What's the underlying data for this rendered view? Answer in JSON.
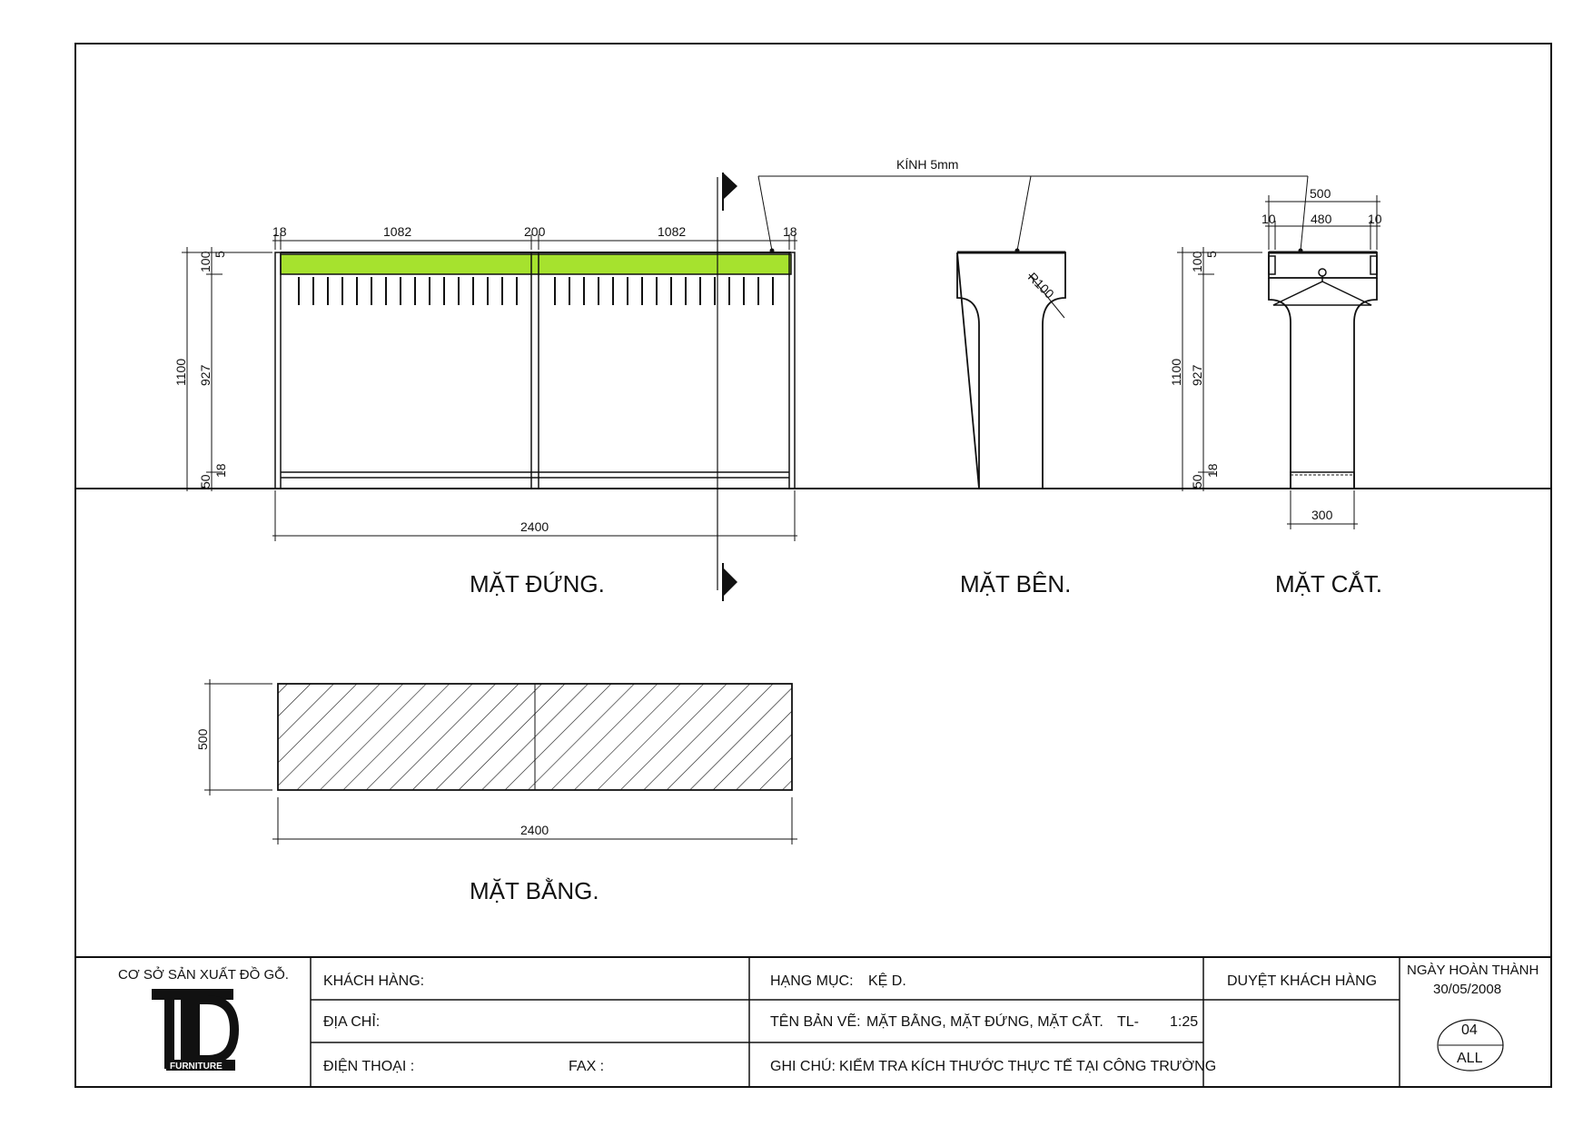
{
  "drawing": {
    "glass_note": "KÍNH 5mm",
    "elevation": {
      "title": "MẶT ĐỨNG.",
      "dims_top": [
        "18",
        "1082",
        "200",
        "1082",
        "18"
      ],
      "dims_left": [
        "1100",
        "927",
        "100",
        "5",
        "18",
        "50"
      ],
      "dim_bottom": "2400"
    },
    "side": {
      "title": "MẶT BÊN.",
      "radius_label": "R100"
    },
    "section": {
      "title": "MẶT CẮT.",
      "dims_top": [
        "500",
        "10",
        "480",
        "10"
      ],
      "dims_left": [
        "1100",
        "927",
        "100",
        "5",
        "18",
        "50"
      ],
      "dim_bottom": "300"
    },
    "plan": {
      "title": "MẶT BẰNG.",
      "dim_left": "500",
      "dim_bottom": "2400"
    }
  },
  "title_block": {
    "company": "CƠ SỞ SẢN XUẤT ĐỒ GỖ.",
    "logo_letters": "TLD",
    "logo_text": "FURNITURE",
    "customer_label": "KHÁCH HÀNG:",
    "address_label": "ĐỊA CHỈ:",
    "phone_label": "ĐIỆN THOẠI :",
    "fax_label": "FAX :",
    "category_label": "HẠNG MỤC:",
    "category_value": "KỆ D.",
    "drawing_name_label": "TÊN BẢN VẼ:",
    "drawing_name_value": "MẶT BẰNG, MẶT ĐỨNG, MẶT CẮT.",
    "scale_label": "TL-",
    "scale_value": "1:25",
    "note_label": "GHI CHÚ:",
    "note_value": "KIỂM TRA KÍCH THƯỚC THỰC TẾ TẠI CÔNG TRƯỜNG",
    "approval_label": "DUYỆT KHÁCH HÀNG",
    "completion_label": "NGÀY HOÀN THÀNH",
    "completion_date": "30/05/2008",
    "sheet_number": "04",
    "sheet_set": "ALL"
  },
  "colors": {
    "line": "#111111",
    "glass_fill": "#a6e22e",
    "paper": "#ffffff"
  }
}
